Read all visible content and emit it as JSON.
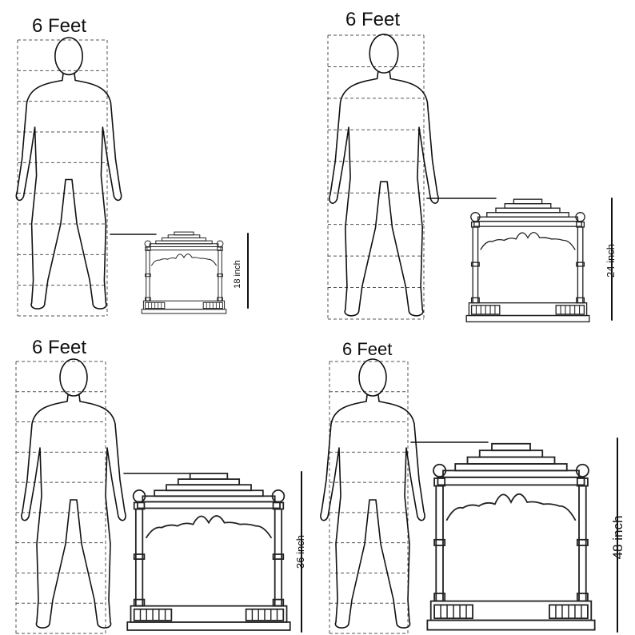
{
  "panels": [
    {
      "id": "p1",
      "title": "6 Feet",
      "dimension_label": "18 inch"
    },
    {
      "id": "p2",
      "title": "6 Feet",
      "dimension_label": "24 inch"
    },
    {
      "id": "p3",
      "title": "6 Feet",
      "dimension_label": "36 inch"
    },
    {
      "id": "p4",
      "title": "6 Feet",
      "dimension_label": "48 inch"
    }
  ],
  "scale": {
    "person_height_ft": 6,
    "ruler_divisions": 9
  },
  "mandir_heights_in": [
    18,
    24,
    36,
    48
  ],
  "colors": {
    "ink": "#111111",
    "dash": "#555555",
    "background": "#ffffff"
  }
}
